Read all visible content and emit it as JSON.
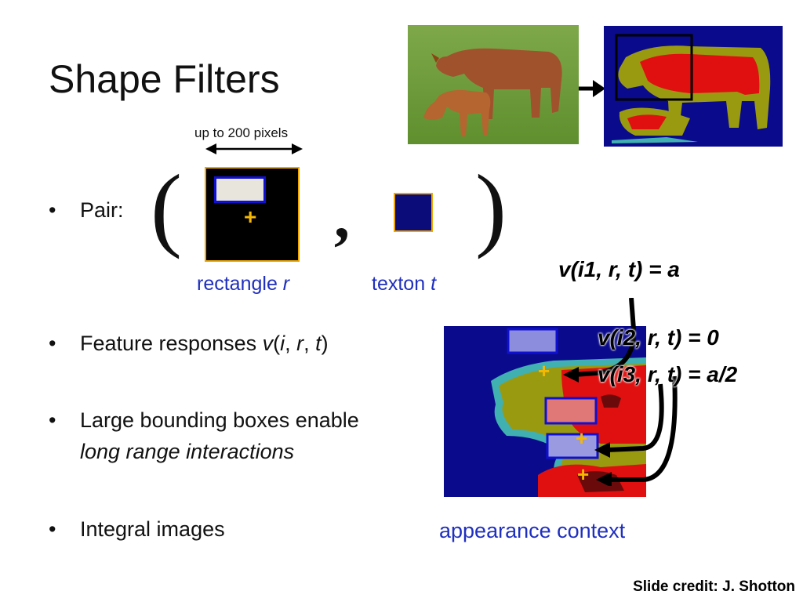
{
  "slide": {
    "title": "Shape Filters",
    "credit": "Slide credit: J. Shotton"
  },
  "bullets": [
    {
      "marker": "•",
      "parts": [
        "Pair:"
      ]
    },
    {
      "marker": "•",
      "prefix": "Feature responses ",
      "v": "v",
      "args": "(",
      "i": "i",
      "c1": ", ",
      "r": "r",
      "c2": ", ",
      "t": "t",
      "close": ")"
    },
    {
      "marker": "•",
      "line1": "Large bounding boxes enable",
      "line2": "long range interactions"
    },
    {
      "marker": "•",
      "parts": [
        "Integral images"
      ]
    }
  ],
  "filter_pair": {
    "open_paren": "(",
    "close_paren": ")",
    "comma": ",",
    "width_label": "up to 200 pixels",
    "center_marker": "+",
    "rect_label": "rectangle ",
    "rect_var": "r",
    "texton_label": "texton ",
    "texton_var": "t"
  },
  "equations": {
    "eq1": "v(i1, r, t) = a",
    "eq2": "v(i2, r, t) = 0",
    "eq3": "v(i3, r, t) = a/2"
  },
  "appearance_caption": "appearance context",
  "colors": {
    "accent_blue": "#1f2fbf",
    "texton_blue": "#0b0b7a",
    "segment_blue": "#0a0a8c",
    "segment_red": "#e01010",
    "segment_olive": "#9a9a10",
    "segment_cyan": "#40b0b0",
    "gold": "#f5b800"
  }
}
